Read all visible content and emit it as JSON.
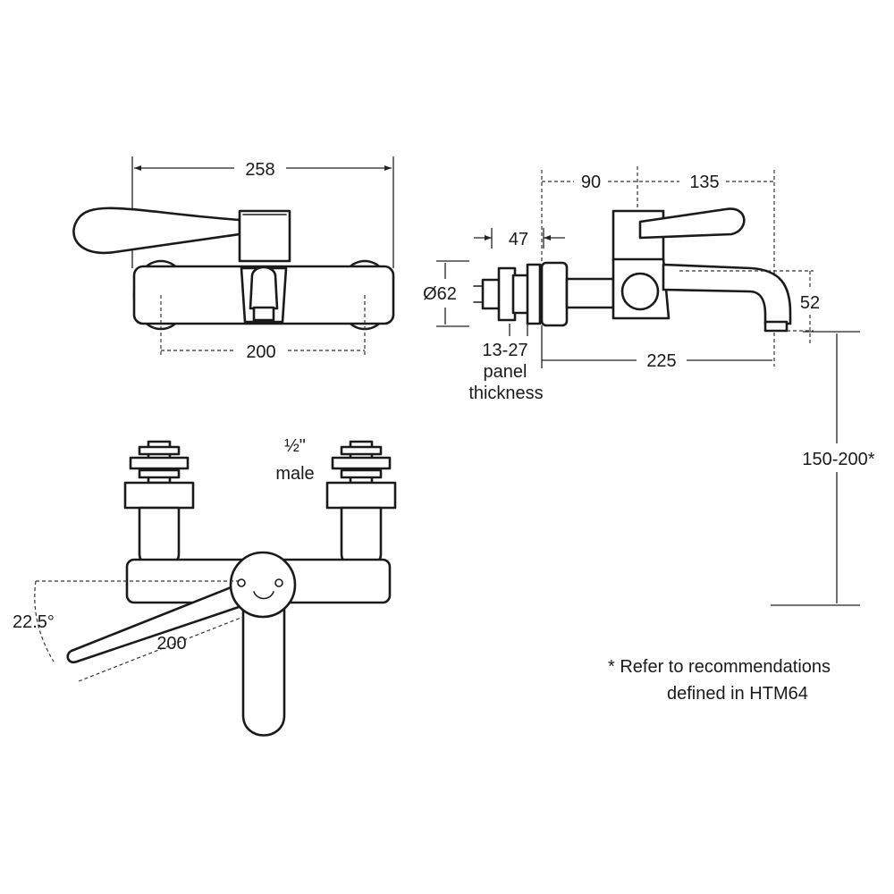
{
  "dimensions": {
    "top_width": "258",
    "top_centres": "200",
    "side_to_lever": "90",
    "side_lever_reach": "135",
    "side_47": "47",
    "side_diameter": "Ø62",
    "panel_range": "13-27",
    "panel_word": "panel",
    "panel_thickness_word": "thickness",
    "spout_projection": "225",
    "spout_height": "52",
    "basin_clearance": "150-200*",
    "inlet_size": "½\"",
    "inlet_type": "male",
    "lever_angle": "22.5°",
    "lever_length": "200"
  },
  "note": {
    "line1": "* Refer to recommendations",
    "line2": "defined in HTM64"
  },
  "colors": {
    "line": "#1a1a1a",
    "background": "#ffffff"
  }
}
